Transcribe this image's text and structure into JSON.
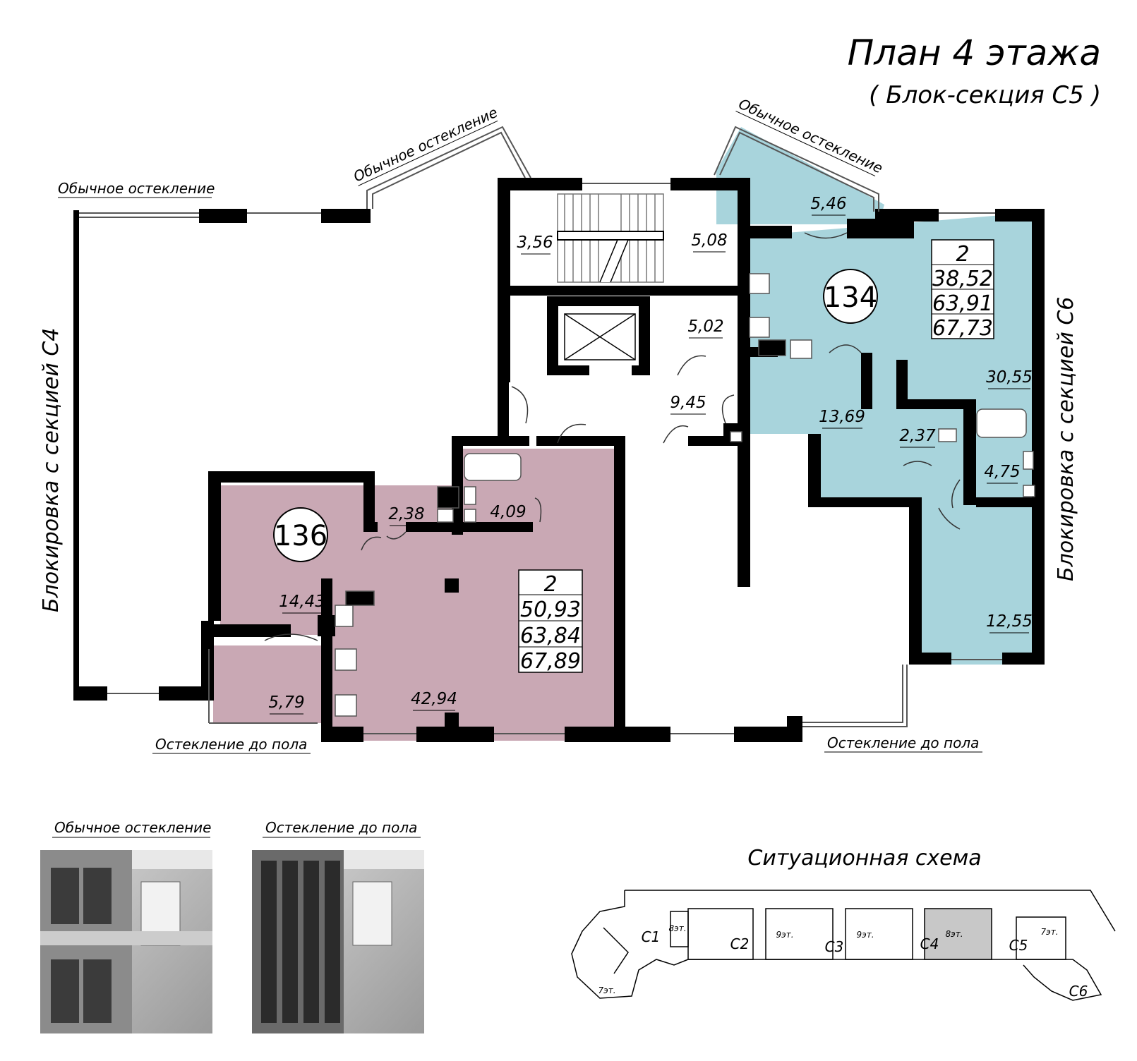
{
  "title": "План 4 этажа",
  "subtitle": "( Блок-секция С5 )",
  "glazing": {
    "regular": "Обычное остекление",
    "floor": "Остекление до пола"
  },
  "blocking": {
    "left": "Блокировка с секцией С4",
    "right": "Блокировка с секцией С6"
  },
  "colors": {
    "apt134": "#a8d4dc",
    "apt136": "#c9a8b4",
    "wall": "#000000"
  },
  "core": {
    "stair_left": "3,56",
    "stair_right": "5,08",
    "lift_hall": "5,02",
    "corridor": "9,45"
  },
  "apt134": {
    "number": "134",
    "rooms": "2",
    "living": "38,52",
    "total": "63,91",
    "total_balcony": "67,73",
    "areas": {
      "balcony": "5,46",
      "kitchen_living": "30,55",
      "hall": "13,69",
      "wc": "2,37",
      "bath": "4,75",
      "bedroom": "12,55"
    }
  },
  "apt136": {
    "number": "136",
    "rooms": "2",
    "living": "50,93",
    "total": "63,84",
    "total_balcony": "67,89",
    "areas": {
      "bedroom": "14,43",
      "wc": "2,38",
      "bath": "4,09",
      "balcony": "5,79",
      "kitchen_living": "42,94"
    }
  },
  "legend": {
    "regular": "Обычное остекление",
    "floor": "Остекление до пола"
  },
  "schema": {
    "title": "Ситуационная схема",
    "sections": [
      "С1",
      "С2",
      "С3",
      "С4",
      "С5",
      "С6"
    ],
    "floors": [
      "8эт.",
      "9эт.",
      "9эт.",
      "8эт.",
      "7эт.",
      "7эт."
    ],
    "highlight": "С5"
  }
}
